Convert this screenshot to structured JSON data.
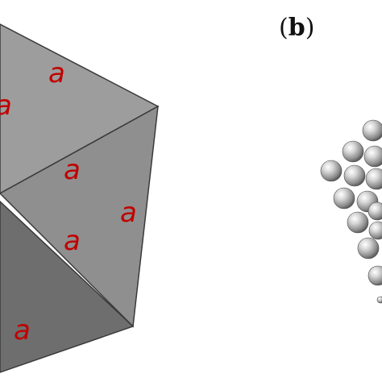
{
  "panel_b": {
    "open": "(",
    "letter": "b",
    "close": ")"
  },
  "edge_labels": [
    "a",
    "a",
    "a",
    "a",
    "a",
    "a"
  ],
  "colors": {
    "edge_label": "#c00000",
    "face_light": "#9d9d9d",
    "face_mid": "#8f8f8f",
    "face_dark": "#6e6e6e",
    "edge_line": "#3a3a3a",
    "sphere_highlight": "#ffffff",
    "sphere_shadow": "#5a5a5a"
  }
}
